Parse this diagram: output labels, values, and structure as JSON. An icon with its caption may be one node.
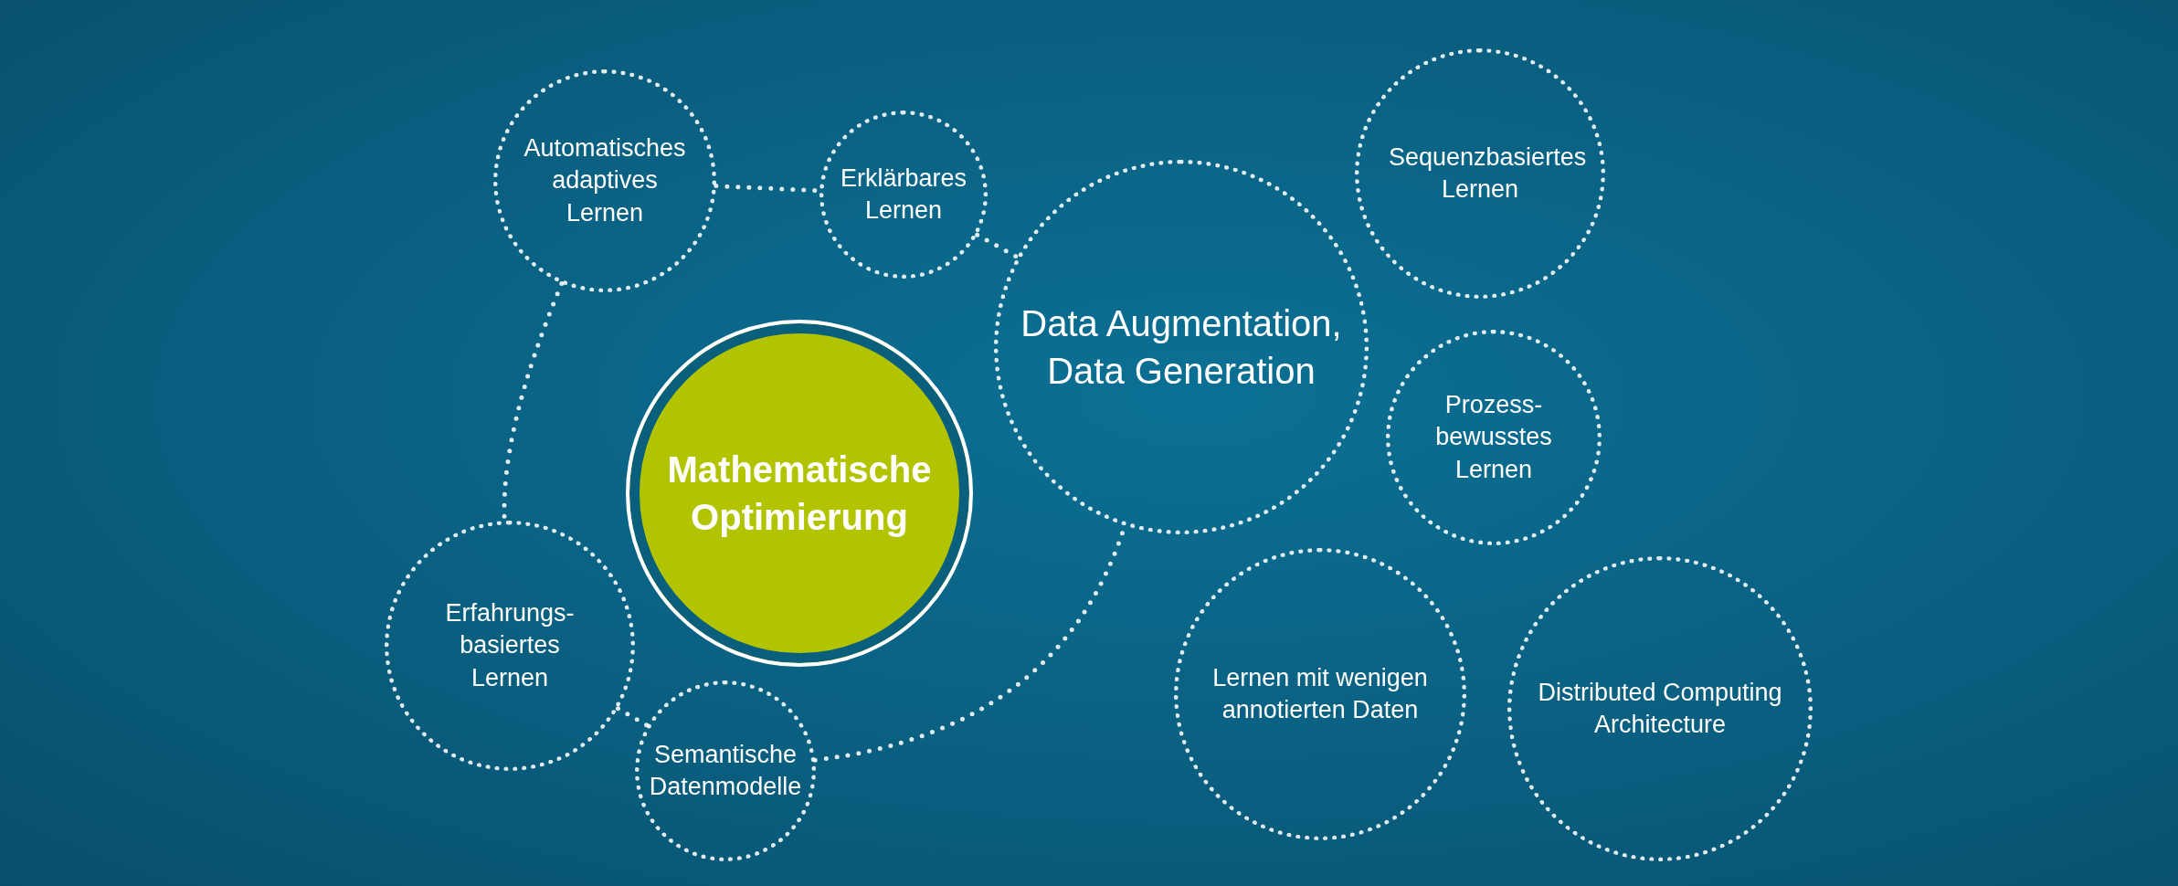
{
  "diagram": {
    "nodes": [
      {
        "text": [
          "Automatisches adaptives Lernen"
        ]
      },
      {
        "text": [
          "Erklärbares Lernen"
        ]
      },
      {
        "text": [
          "Data Augmentation, Data Generation"
        ]
      },
      {
        "text": [
          "Sequenzbasiertes Lernen"
        ]
      },
      {
        "text": [
          "Mathematische Optimierung"
        ]
      },
      {
        "text": [
          "Prozess-bewusstes Lernen"
        ]
      },
      {
        "text": [
          "Erfahrungs-basiertes Lernen"
        ]
      },
      {
        "text": [
          "Semantische Datenmodelle"
        ]
      },
      {
        "text": [
          "Lernen mit wenigen annotierten Daten"
        ]
      },
      {
        "text": [
          "Distributed Computing Architecture"
        ]
      }
    ],
    "edges": [
      {
        "from": 0,
        "to": 1,
        "arrow": "none"
      },
      {
        "from": 1,
        "to": 2,
        "arrow": "none"
      },
      {
        "from": 0,
        "to": 6,
        "arrow": "none"
      },
      {
        "from": 6,
        "to": 7,
        "arrow": "none"
      },
      {
        "from": 7,
        "to": 2,
        "arrow": "none"
      }
    ]
  }
}
